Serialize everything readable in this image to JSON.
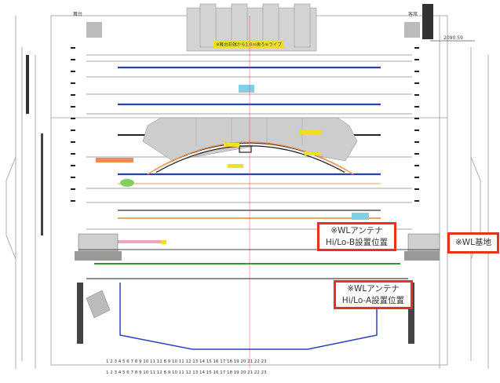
{
  "top_labels": {
    "left": "舞台",
    "right": "客席",
    "dimension": "2090.59"
  },
  "stage_banner": "※舞台前端から1.0m後ろ※ライブ",
  "callouts": [
    {
      "line1": "※WLアンテナ",
      "line2": "Hi/Lo-B設置位置"
    },
    {
      "line1": "※WL基地"
    },
    {
      "line1": "※WLアンテナ",
      "line2": "Hi/Lo-A設置位置"
    }
  ],
  "seat_row_1": "1 2 3 4 5 6 7 8 9 10 11 12 8 9 10 11 12 13 14 15 16 17 18 19 20 21 22 23",
  "seat_row_2": "1 2 3 4 5 6 7 8 9 10 11 12 8 9 10 11 12 13 14 15 16 17 18 19 20 21 22 23",
  "colors": {
    "callout_border": "#e8321e",
    "blue_line": "#2f3fa8",
    "green_line": "#2e9a3a",
    "orange_band": "#f0a060",
    "yellow": "#f2e020",
    "cyan": "#7fd0e0",
    "center_line": "#e05050"
  },
  "icons": [
    "wireless-antenna-b-marker",
    "wireless-base-marker",
    "wireless-antenna-a-marker"
  ]
}
